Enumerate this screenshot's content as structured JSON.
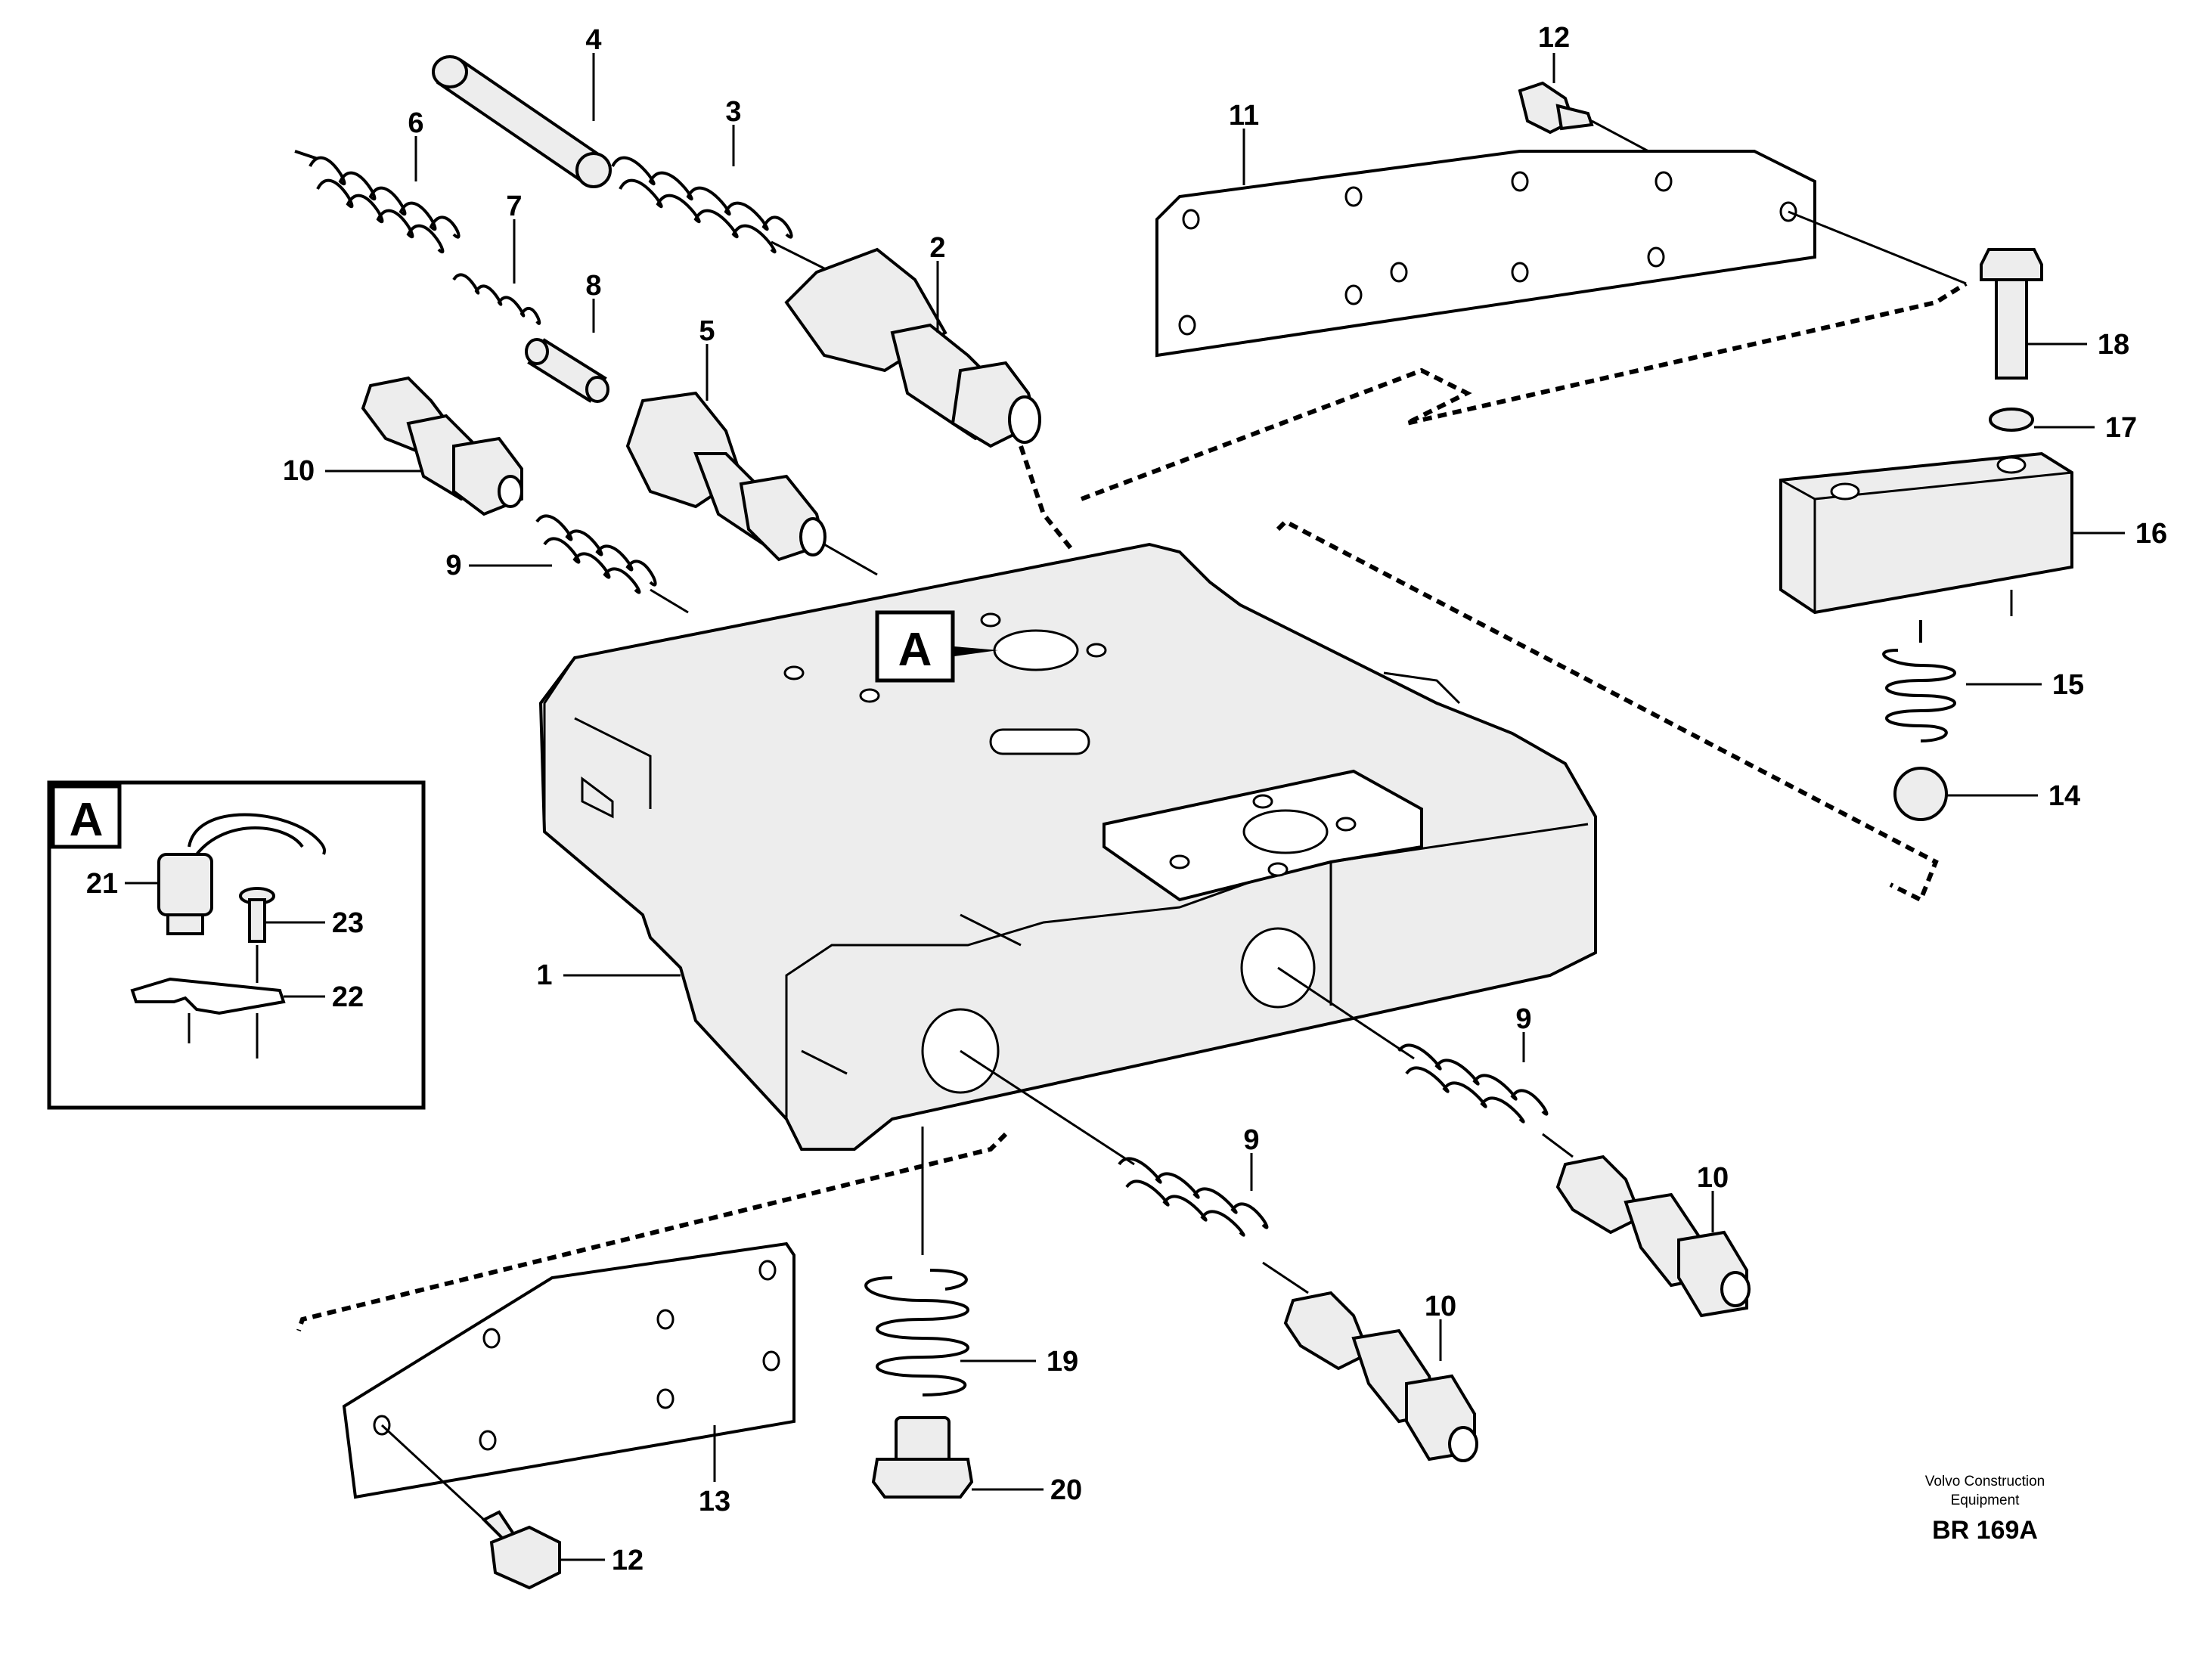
{
  "diagram": {
    "labels": {
      "p1": "1",
      "p2": "2",
      "p3": "3",
      "p4": "4",
      "p5": "5",
      "p6": "6",
      "p7": "7",
      "p8": "8",
      "p9a": "9",
      "p9b": "9",
      "p9c": "9",
      "p10a": "10",
      "p10b": "10",
      "p10c": "10",
      "p11": "11",
      "p12a": "12",
      "p12b": "12",
      "p13": "13",
      "p14": "14",
      "p15": "15",
      "p16": "16",
      "p17": "17",
      "p18": "18",
      "p19": "19",
      "p20": "20",
      "p21": "21",
      "p22": "22",
      "p23": "23"
    },
    "view_marker": "A",
    "inset_marker": "A"
  },
  "footer": {
    "line1": "Volvo Construction",
    "line2": "Equipment",
    "code": "BR 169A"
  }
}
